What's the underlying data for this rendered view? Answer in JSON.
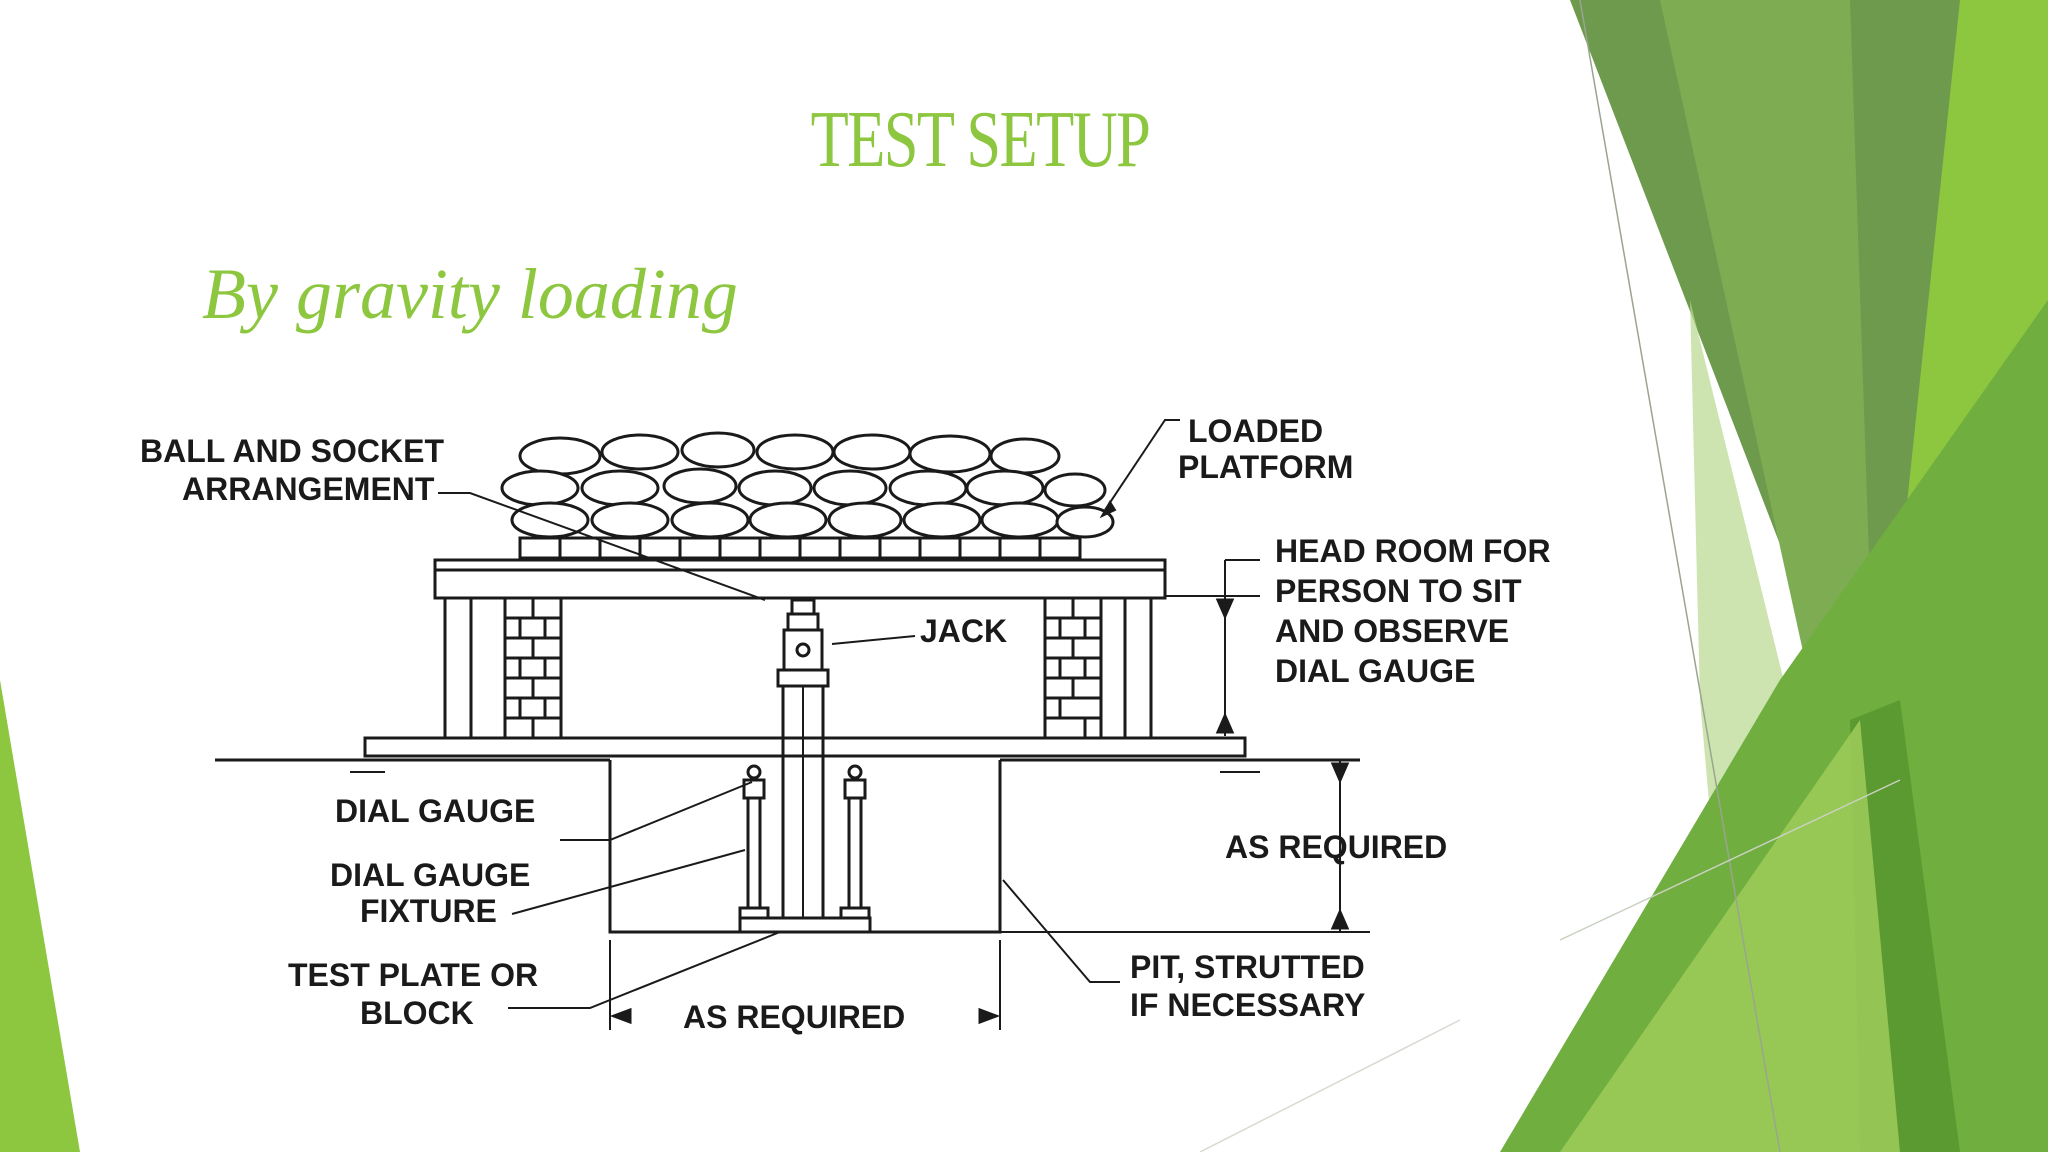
{
  "slide": {
    "title": "TEST SETUP",
    "subtitle": "By gravity loading",
    "accent_color": "#8dc63f"
  },
  "diagram": {
    "labels": {
      "ball_socket_1": "BALL AND SOCKET",
      "ball_socket_2": "ARRANGEMENT",
      "loaded_platform_1": "LOADED",
      "loaded_platform_2": "PLATFORM",
      "head_room_1": "HEAD ROOM FOR",
      "head_room_2": "PERSON TO SIT",
      "head_room_3": "AND OBSERVE",
      "head_room_4": "DIAL GAUGE",
      "jack": "JACK",
      "dial_gauge": "DIAL GAUGE",
      "dial_gauge_fixture_1": "DIAL GAUGE",
      "dial_gauge_fixture_2": "FIXTURE",
      "as_required_right": "AS REQUIRED",
      "test_plate_1": "TEST PLATE OR",
      "test_plate_2": "BLOCK",
      "as_required_bottom": "AS REQUIRED",
      "pit_1": "PIT, STRUTTED",
      "pit_2": "IF NECESSARY"
    }
  }
}
